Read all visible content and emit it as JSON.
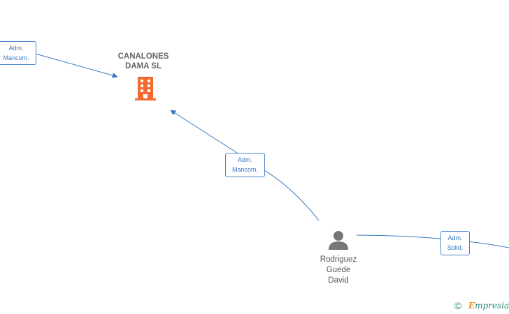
{
  "company": {
    "name_line1": "CANALONES",
    "name_line2": "DAMA  SL",
    "icon": "building-icon",
    "color": "#f26a2e"
  },
  "person": {
    "name_line1": "Rodriguez",
    "name_line2": "Guede",
    "name_line3": "David",
    "icon": "person-icon",
    "color": "#777777"
  },
  "edges": [
    {
      "label_line1": "Adm.",
      "label_line2": "Mancom."
    },
    {
      "label_line1": "Adm.",
      "label_line2": "Mancom."
    },
    {
      "label_line1": "Adm.",
      "label_line2": "Solid."
    }
  ],
  "watermark": {
    "symbol": "©",
    "brand_initial": "E",
    "brand_rest": "mpresia"
  },
  "colors": {
    "edge": "#3a78c0"
  }
}
